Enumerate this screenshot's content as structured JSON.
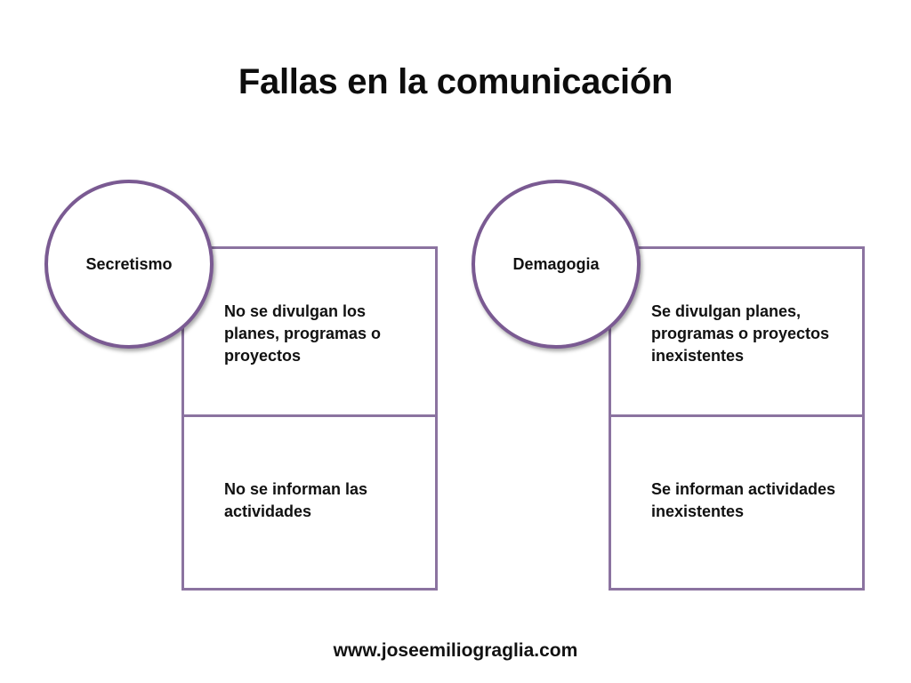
{
  "title": "Fallas en la comunicación",
  "groups": [
    {
      "label": "Secretismo",
      "items": [
        "No se divulgan los planes, programas o proyectos",
        "No se informan las actividades"
      ]
    },
    {
      "label": "Demagogia",
      "items": [
        "Se divulgan planes, programas o proyectos inexistentes",
        "Se informan actividades inexistentes"
      ]
    }
  ],
  "footer": "www.joseemiliograglia.com",
  "colors": {
    "box_border": "#8b73a0",
    "circle_border": "#7a5a92",
    "text": "#111111"
  }
}
